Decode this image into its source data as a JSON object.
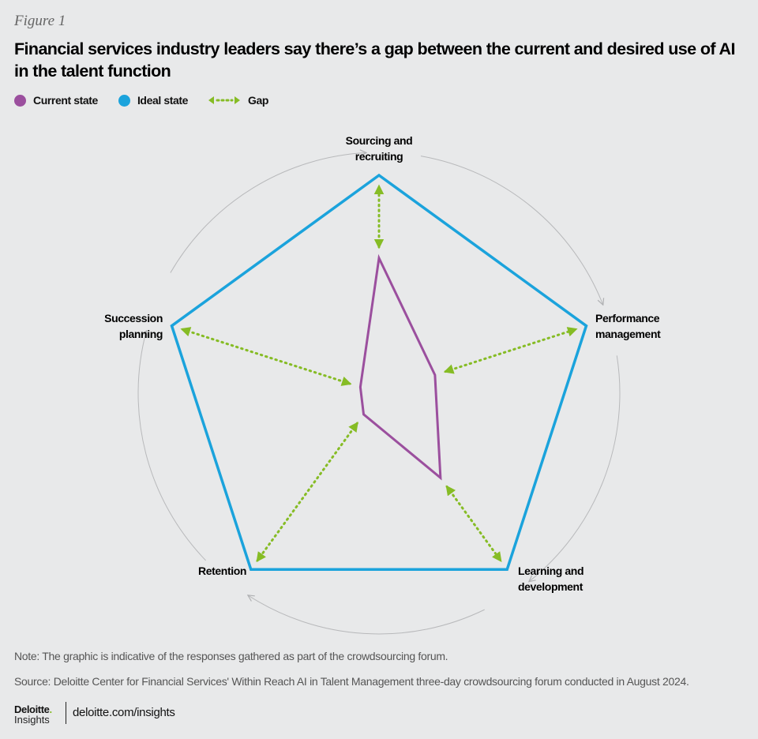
{
  "figure_label": "Figure 1",
  "title": "Financial services industry leaders say there’s a gap between the current and desired use of AI in the talent function",
  "legend": {
    "current": "Current state",
    "ideal": "Ideal state",
    "gap": "Gap"
  },
  "colors": {
    "current": "#9b4f9e",
    "ideal": "#1ba3dc",
    "gap": "#86bc25",
    "circle": "#b8b9bb"
  },
  "chart_data": {
    "type": "radar",
    "title": "Financial services industry leaders say there’s a gap between the current and desired use of AI in the talent function",
    "axes": [
      "Sourcing and recruiting",
      "Performance management",
      "Learning and development",
      "Retention",
      "Succession planning"
    ],
    "axis_label_lines": [
      [
        "Sourcing and",
        "recruiting"
      ],
      [
        "Performance",
        "management"
      ],
      [
        "Learning and",
        "development"
      ],
      [
        "Retention"
      ],
      [
        "Succession",
        "planning"
      ]
    ],
    "range": [
      0,
      1
    ],
    "series": [
      {
        "name": "Current state",
        "values": [
          0.62,
          0.27,
          0.48,
          0.12,
          0.09
        ]
      },
      {
        "name": "Ideal state",
        "values": [
          1,
          1,
          1,
          1,
          1
        ]
      }
    ],
    "gap_arrows": true,
    "cycle_arrows": "clockwise",
    "grid": false,
    "legend_position": "top-left"
  },
  "notes": {
    "note": "Note: The graphic is indicative of the responses gathered as part of the crowdsourcing forum.",
    "source": "Source: Deloitte Center for Financial Services' Within Reach AI in Talent Management three-day crowdsourcing forum conducted in August 2024."
  },
  "footer": {
    "logo_top": "Deloitte",
    "logo_bottom": "Insights",
    "url": "deloitte.com/insights"
  }
}
